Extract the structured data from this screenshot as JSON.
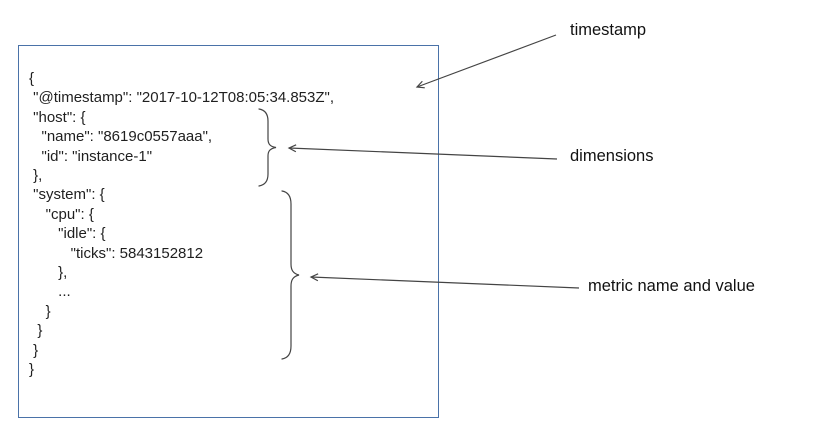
{
  "colors": {
    "box_border": "#4a72a8",
    "code_text": "#1f1f1f",
    "annotation_text": "#111111",
    "arrow": "#444444"
  },
  "code": {
    "lines": [
      "{",
      " \"@timestamp\": \"2017-10-12T08:05:34.853Z\",",
      " \"host\": {",
      "   \"name\": \"8619c0557aaa\",",
      "   \"id\": \"instance-1\"",
      " },",
      " \"system\": {",
      "    \"cpu\": {",
      "       \"idle\": {",
      "          \"ticks\": 5843152812",
      "       },",
      "       ...",
      "    }",
      "  }",
      " }",
      "}"
    ]
  },
  "annotations": [
    {
      "id": "timestamp",
      "label": "timestamp"
    },
    {
      "id": "dimensions",
      "label": "dimensions"
    },
    {
      "id": "metric",
      "label": "metric name and value"
    }
  ]
}
